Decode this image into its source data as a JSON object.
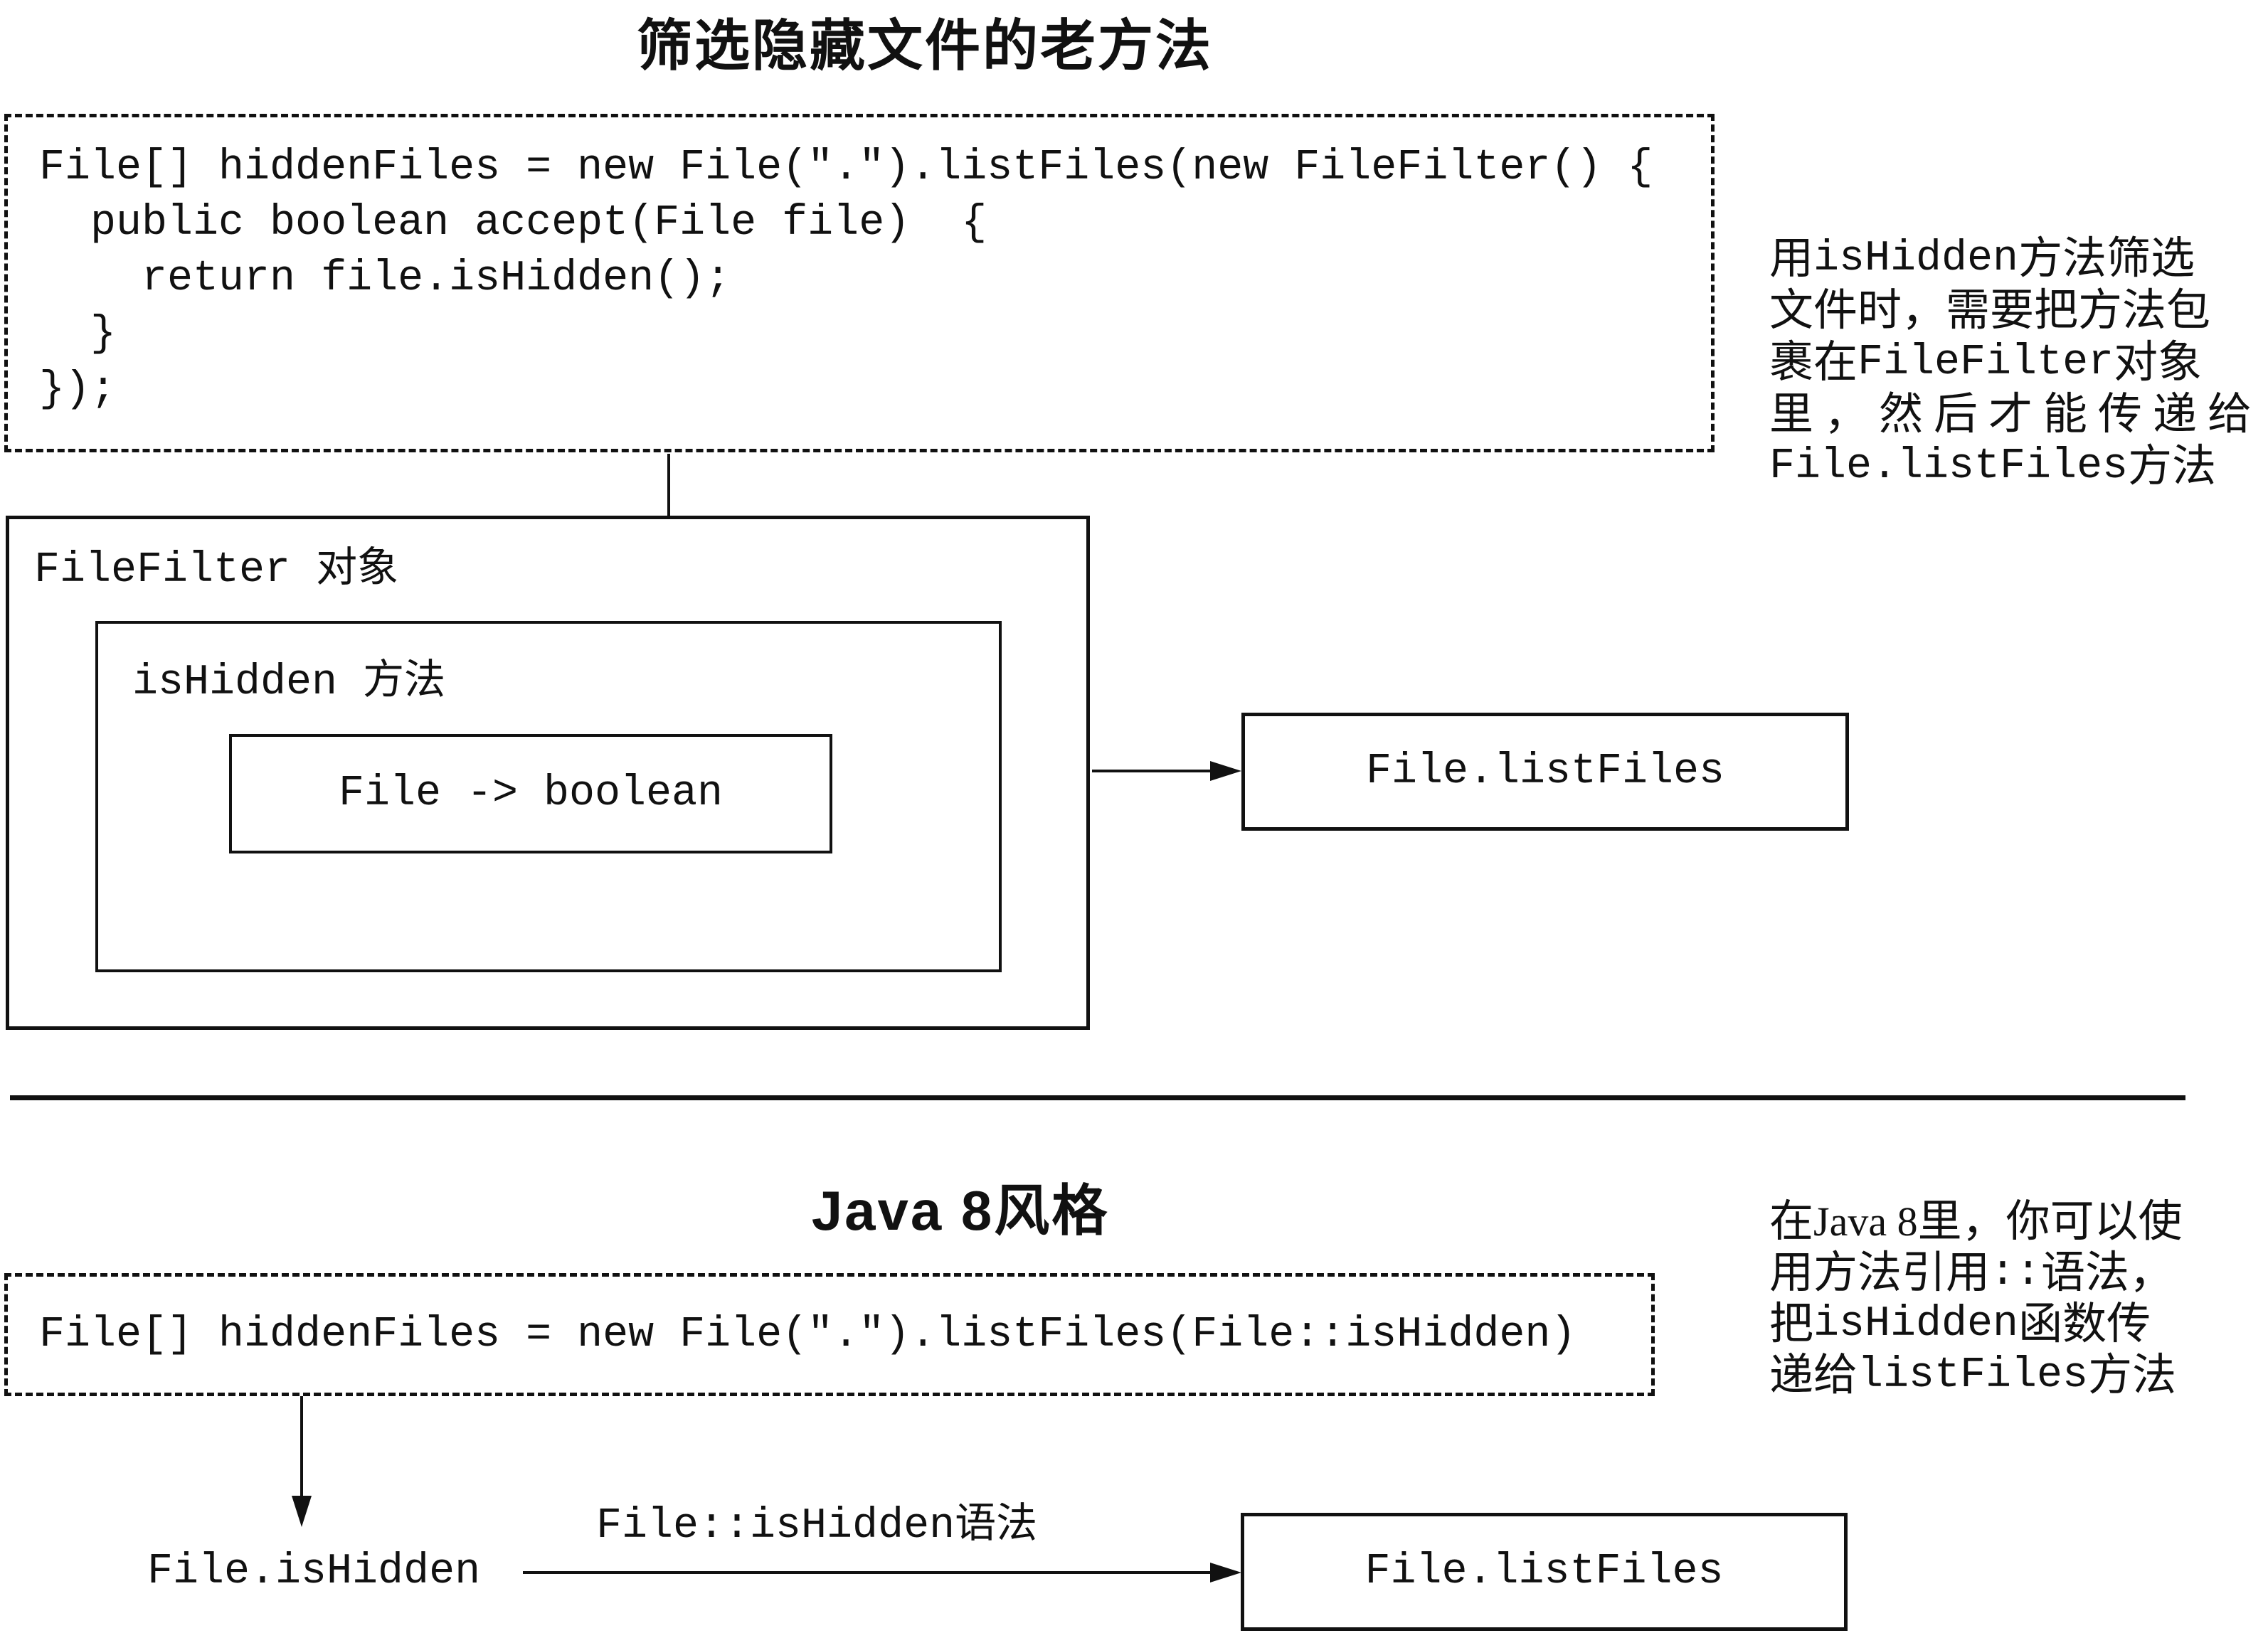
{
  "colors": {
    "ink": "#111111",
    "bg": "#ffffff"
  },
  "old_way": {
    "title": "筛选隐藏文件的老方法",
    "code_lines": [
      "File[] hiddenFiles = new File(\".\").listFiles(new FileFilter() {",
      "  public boolean accept(File file)  {",
      "    return file.isHidden();",
      "  }",
      "});"
    ],
    "annotation": [
      {
        "segs": [
          [
            "z",
            "用"
          ],
          [
            "c",
            "isHidden"
          ],
          [
            "z",
            "方法筛选"
          ]
        ]
      },
      {
        "segs": [
          [
            "z",
            "文件时，需要把方法包"
          ]
        ]
      },
      {
        "segs": [
          [
            "z",
            "裹在"
          ],
          [
            "c",
            "FileFilter"
          ],
          [
            "z",
            "对象"
          ]
        ]
      },
      {
        "segs": [
          [
            "z",
            "里，然后才能传递给"
          ]
        ],
        "ls": 15
      },
      {
        "segs": [
          [
            "c",
            "File.listFiles"
          ],
          [
            "z",
            "方法"
          ]
        ]
      }
    ],
    "filefilter_label": {
      "segs": [
        [
          "c",
          "FileFilter "
        ],
        [
          "z",
          "对象"
        ]
      ]
    },
    "ishidden_label": {
      "segs": [
        [
          "c",
          "isHidden "
        ],
        [
          "z",
          "方法"
        ]
      ]
    },
    "inner_box_text": "File -> boolean",
    "listfiles_box_text": "File.listFiles"
  },
  "java8": {
    "title": "Java 8风格",
    "code_line": "File[] hiddenFiles = new File(\".\").listFiles(File::isHidden)",
    "annotation": [
      {
        "segs": [
          [
            "z",
            "在"
          ],
          [
            "s",
            "Java 8"
          ],
          [
            "z",
            "里，你可以使"
          ]
        ]
      },
      {
        "segs": [
          [
            "z",
            "用方法引用"
          ],
          [
            "c",
            "::"
          ],
          [
            "z",
            "语法，"
          ]
        ]
      },
      {
        "segs": [
          [
            "z",
            "把"
          ],
          [
            "c",
            "isHidden"
          ],
          [
            "z",
            "函数传"
          ]
        ]
      },
      {
        "segs": [
          [
            "z",
            "递给"
          ],
          [
            "c",
            "listFiles"
          ],
          [
            "z",
            "方法"
          ]
        ]
      }
    ],
    "file_ishidden_text": "File.isHidden",
    "arrow_label": {
      "segs": [
        [
          "c",
          "File::isHidden"
        ],
        [
          "z",
          "语法"
        ]
      ]
    },
    "listfiles_box_text": "File.listFiles"
  }
}
